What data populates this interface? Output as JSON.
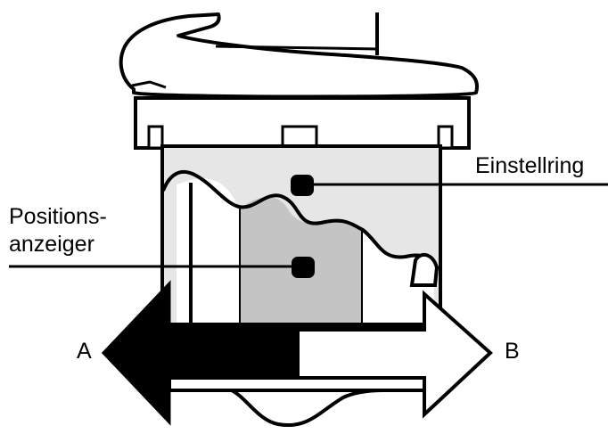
{
  "labels": {
    "einstellring": "Einstellring",
    "positions_line1": "Positions-",
    "positions_line2": "anzeiger",
    "arrow_a": "A",
    "arrow_b": "B"
  },
  "colors": {
    "ink": "#000000",
    "paper": "#ffffff",
    "ring_gray": "#e6e6e6",
    "indicator_gray": "#c4c4c4"
  }
}
